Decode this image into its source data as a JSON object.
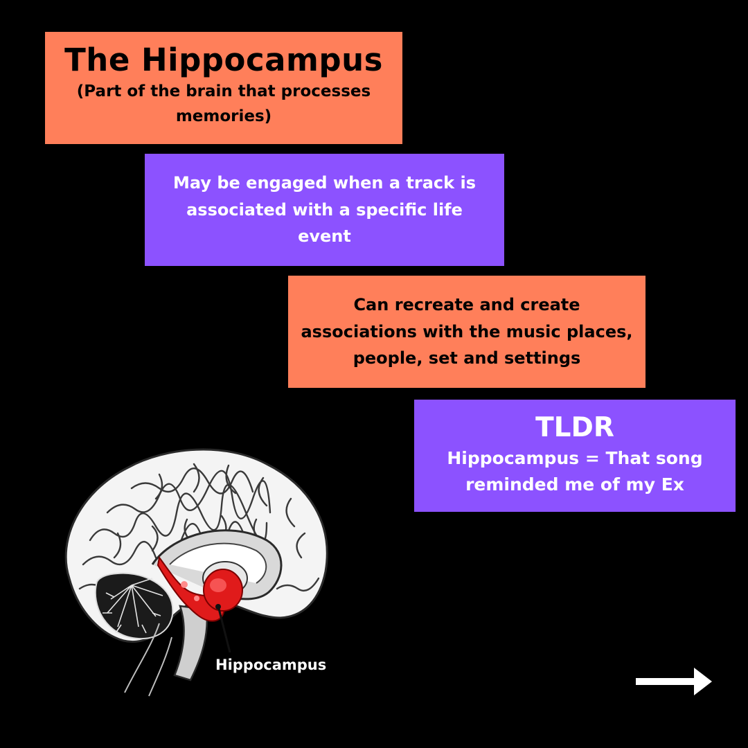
{
  "slide": {
    "background_color": "#000000",
    "accent_orange": "#ff7f5a",
    "accent_purple": "#8c52ff"
  },
  "title_card": {
    "title": "The Hippocampus",
    "subtitle": "(Part of the brain that processes memories)"
  },
  "point_1": {
    "text": "May be engaged when a track is associated with a specific life event"
  },
  "point_2": {
    "text": "Can recreate and create associations with the music places, people, set and settings"
  },
  "tldr_card": {
    "heading": "TLDR",
    "text": "Hippocampus = That song reminded me of my Ex"
  },
  "brain_illustration": {
    "icon": "brain-illustration",
    "highlight_color": "#e01b1b",
    "label": "Hippocampus"
  },
  "navigation": {
    "icon": "arrow-right-icon"
  }
}
